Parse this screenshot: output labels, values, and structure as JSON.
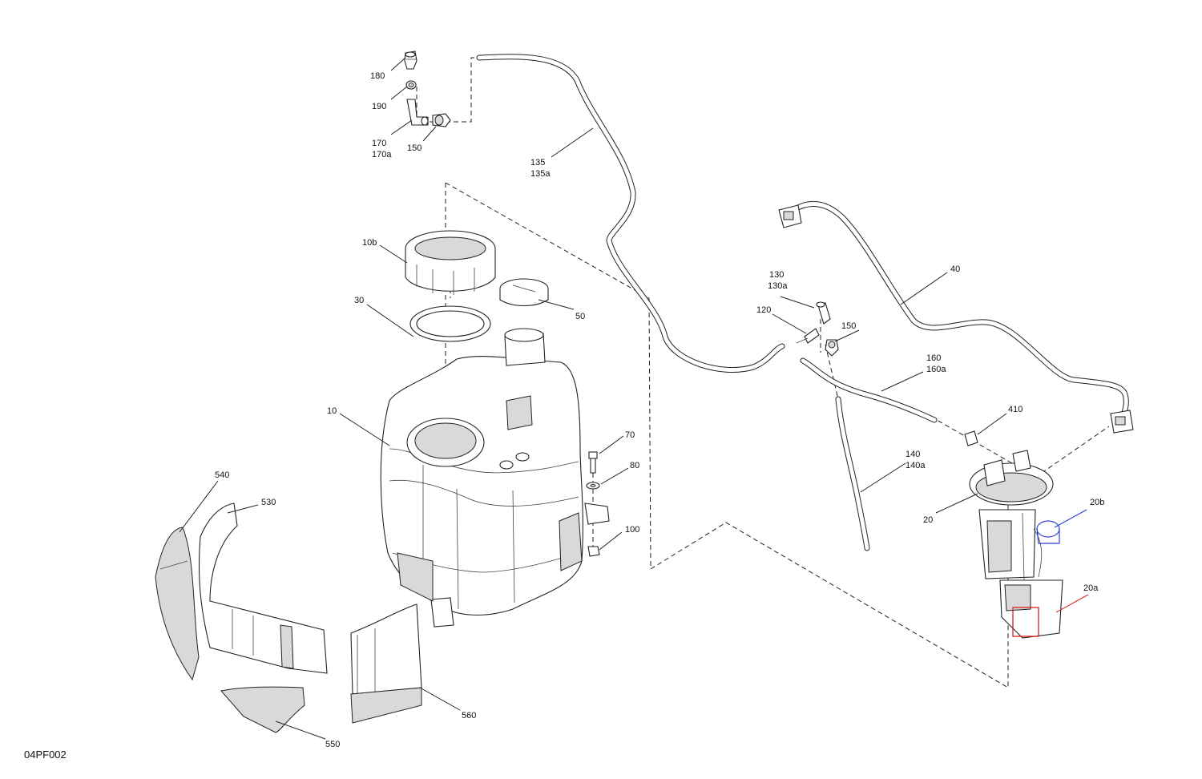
{
  "figure_code": "04PF002",
  "colors": {
    "line": "#222222",
    "shade": "#d9d9d9",
    "callout_20a": "#d62020",
    "callout_20b": "#2a3fd6"
  },
  "callouts": {
    "c180": "180",
    "c190": "190",
    "c170": "170",
    "c170a": "170a",
    "c150_top": "150",
    "c135": "135",
    "c135a": "135a",
    "c10b": "10b",
    "c30": "30",
    "c50": "50",
    "c10": "10",
    "c70": "70",
    "c80": "80",
    "c100": "100",
    "c130": "130",
    "c130a": "130a",
    "c120": "120",
    "c150_mid": "150",
    "c40": "40",
    "c160": "160",
    "c160a": "160a",
    "c410": "410",
    "c140": "140",
    "c140a": "140a",
    "c20": "20",
    "c20b": "20b",
    "c20a": "20a",
    "c540": "540",
    "c530": "530",
    "c550": "550",
    "c560": "560"
  }
}
